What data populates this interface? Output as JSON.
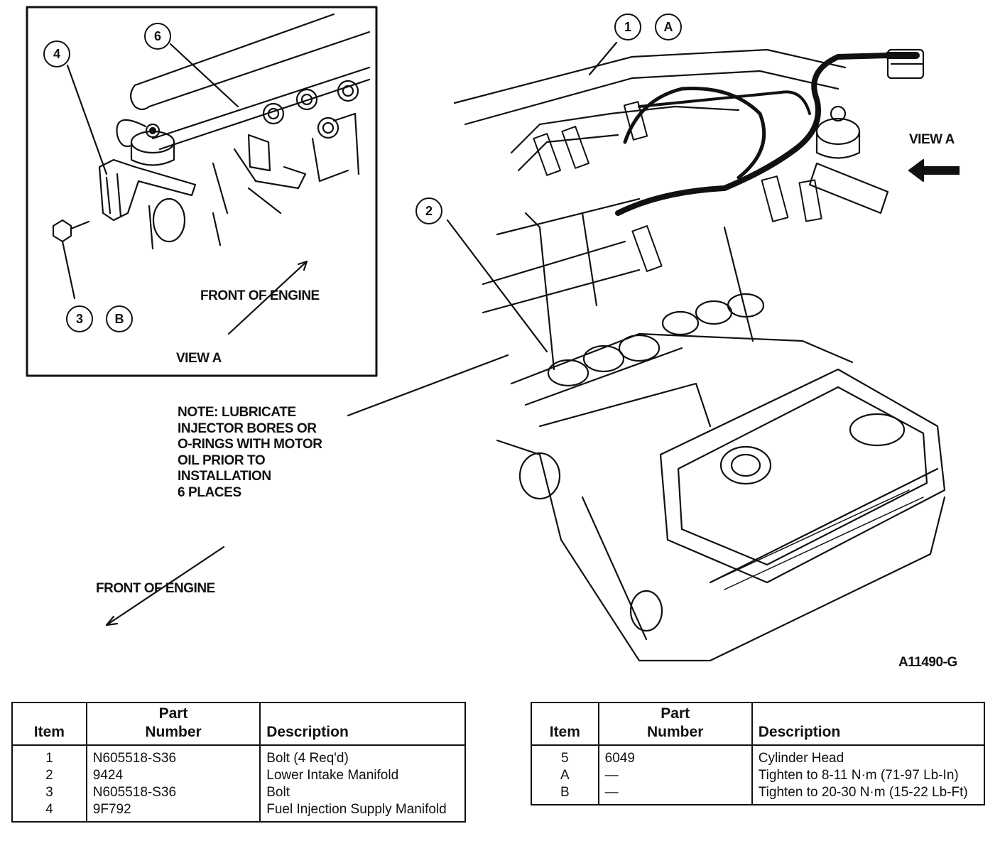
{
  "inset": {
    "label_front": "FRONT OF ENGINE",
    "label_view": "VIEW A"
  },
  "main": {
    "label_view_a": "VIEW A",
    "label_front": "FRONT OF ENGINE",
    "figure_id": "A11490-G",
    "note_lines": [
      "NOTE: LUBRICATE",
      "INJECTOR BORES OR",
      "O-RINGS WITH MOTOR",
      "OIL PRIOR TO",
      "INSTALLATION",
      "6 PLACES"
    ]
  },
  "callouts": [
    "1",
    "A",
    "2",
    "4",
    "6",
    "3",
    "B"
  ],
  "table_headers": {
    "item": "Item",
    "part_line1": "Part",
    "part_line2": "Number",
    "description": "Description"
  },
  "table_left": [
    {
      "item": "1",
      "part": "N605518-S36",
      "description": "Bolt (4 Req'd)"
    },
    {
      "item": "2",
      "part": "9424",
      "description": "Lower Intake Manifold"
    },
    {
      "item": "3",
      "part": "N605518-S36",
      "description": "Bolt"
    },
    {
      "item": "4",
      "part": "9F792",
      "description": "Fuel Injection Supply Manifold"
    }
  ],
  "table_right": [
    {
      "item": "5",
      "part": "6049",
      "description": "Cylinder Head"
    },
    {
      "item": "A",
      "part": "—",
      "description": "Tighten to 8-11 N·m (71-97 Lb-In)"
    },
    {
      "item": "B",
      "part": "—",
      "description": "Tighten to 20-30 N·m (15-22 Lb-Ft)"
    }
  ]
}
